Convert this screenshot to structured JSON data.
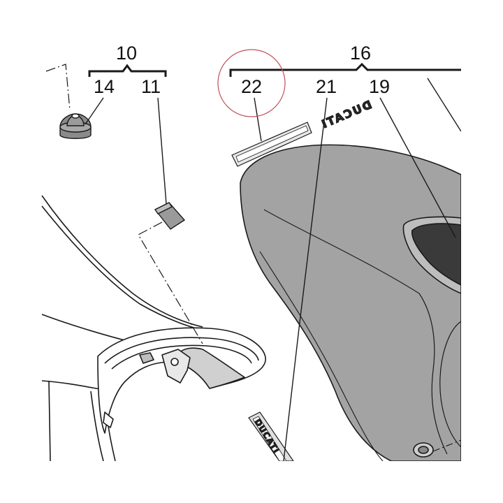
{
  "callouts": {
    "c10": "10",
    "c14": "14",
    "c11": "11",
    "c16": "16",
    "c22": "22",
    "c21": "21",
    "c19": "19"
  },
  "decals": {
    "ducati_top": "DUCATI",
    "ducati_side": "DUCATI"
  },
  "colors": {
    "part_fill": "#a3a3a3",
    "part_dark": "#3a3a3a",
    "line": "#1a1a1a",
    "highlight_circle": "#c0505a"
  }
}
